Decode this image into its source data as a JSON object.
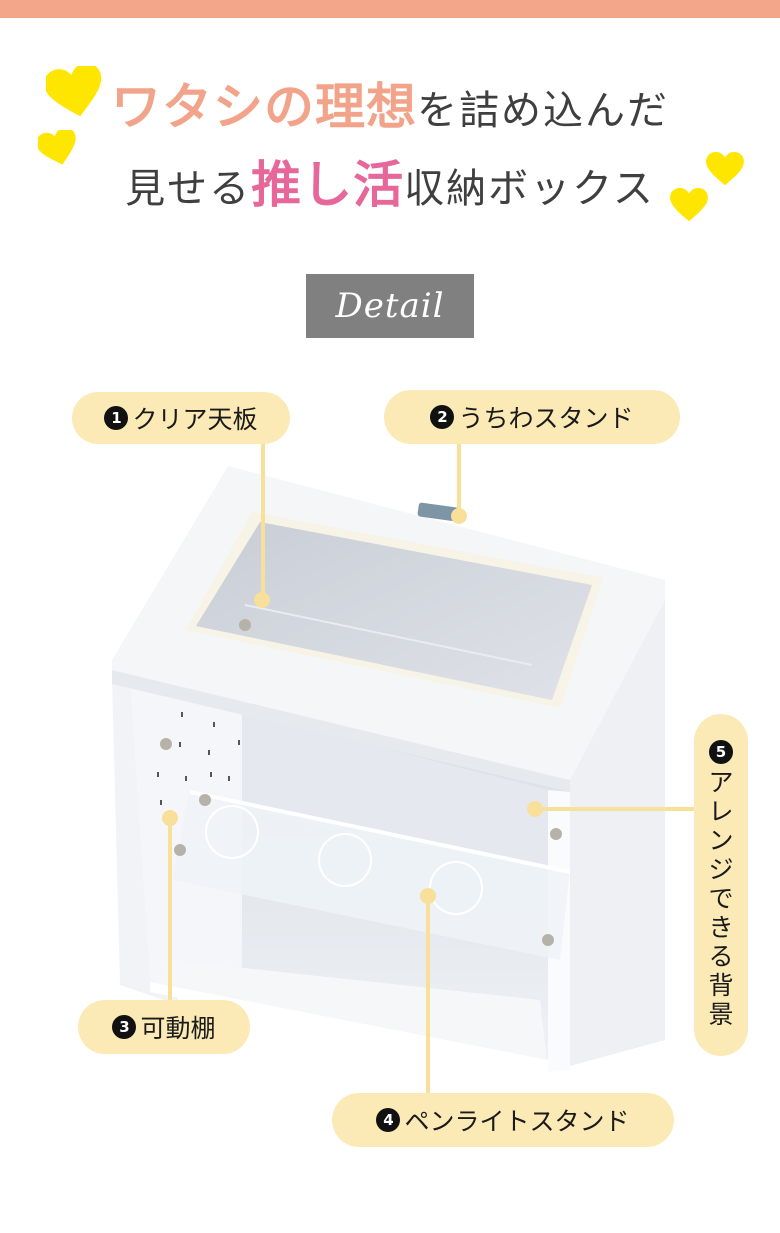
{
  "banner": {
    "color": "#f3a68a"
  },
  "headline": {
    "line1_emphasis": "ワタシの理想",
    "line1_rest": "を詰め込んだ",
    "line2_pre": "見せる",
    "line2_emphasis": "推し活",
    "line2_rest": "収納ボックス",
    "colors": {
      "emphasis1": "#f2a48a",
      "emphasis2": "#e7679b",
      "text": "#3f3f3f",
      "hearts": "#ffe600"
    }
  },
  "section_badge": {
    "label": "Detail"
  },
  "callouts": [
    {
      "number": "1",
      "label": "クリア天板"
    },
    {
      "number": "2",
      "label": "うちわスタンド"
    },
    {
      "number": "3",
      "label": "可動棚"
    },
    {
      "number": "4",
      "label": "ペンライトスタンド"
    },
    {
      "number": "5",
      "label": "アレンジできる背景",
      "chars": [
        "ア",
        "レ",
        "ン",
        "ジ",
        "で",
        "き",
        "る",
        "背",
        "景"
      ]
    }
  ],
  "product_image": {
    "subject": "white storage box with clear acrylic top, movable shelf and back panel"
  }
}
